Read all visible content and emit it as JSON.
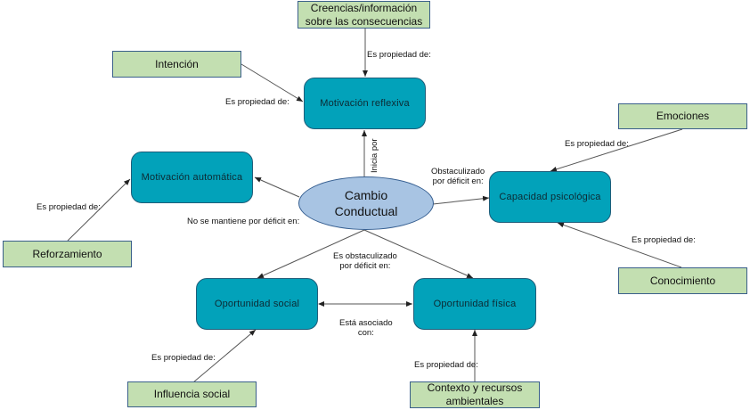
{
  "central": {
    "label_line1": "Cambio",
    "label_line2": "Conductual"
  },
  "components": {
    "motivacion_reflexiva": "Motivación reflexiva",
    "motivacion_automatica": "Motivación automática",
    "capacidad_psicologica": "Capacidad psicológica",
    "oportunidad_social": "Oportunidad social",
    "oportunidad_fisica": "Oportunidad física"
  },
  "properties": {
    "creencias_line1": "Creencias/información",
    "creencias_line2": "sobre las consecuencias",
    "intencion": "Intención",
    "reforzamiento": "Reforzamiento",
    "emociones": "Emociones",
    "conocimiento": "Conocimiento",
    "influencia_social": "Influencia social",
    "contexto_line1": "Contexto y recursos",
    "contexto_line2": "ambientales"
  },
  "edge_labels": {
    "es_propiedad_de": "Es propiedad de:",
    "inicia_por": "Inicia por",
    "obstaculizado_line1": "Obstaculizado",
    "obstaculizado_line2": "por déficit en:",
    "no_se_mantiene": "No se mantiene  por déficit en:",
    "es_obstaculizado_line1": "Es obstaculizado",
    "es_obstaculizado_line2": "por déficit en:",
    "asociado_line1": "Está asociado",
    "asociado_line2": "con:"
  },
  "colors": {
    "component_fill": "#02a2ba",
    "property_fill": "#c3dfb1",
    "central_fill": "#a8c4e3",
    "edge": "#555555"
  }
}
